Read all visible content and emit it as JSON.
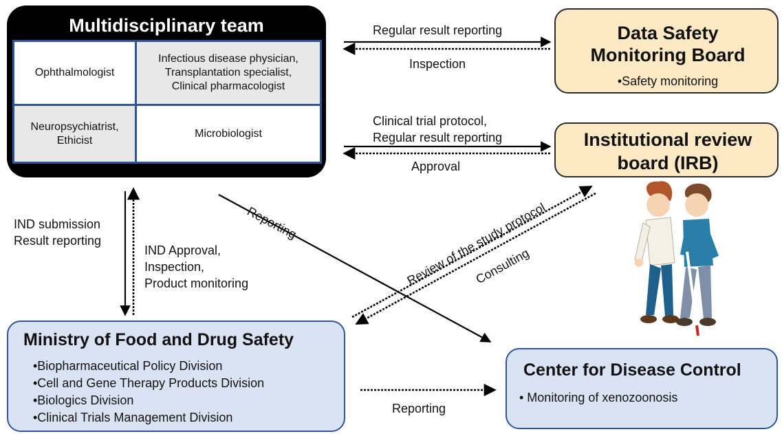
{
  "multidisciplinary_team": {
    "title": "Multidisciplinary team",
    "cells": [
      "Ophthalmologist",
      "Infectious disease physician,\nTransplantation specialist,\nClinical pharmacologist",
      "Neuropsychiatrist,\nEthicist",
      "Microbiologist"
    ]
  },
  "dsmb": {
    "title": "Data Safety\nMonitoring Board",
    "bullet": "•Safety monitoring"
  },
  "irb": {
    "title": "Institutional review\nboard (IRB)"
  },
  "mfds": {
    "title": "Ministry of Food and Drug Safety",
    "items": [
      "•Biopharmaceutical Policy Division",
      "•Cell and Gene Therapy Products Division",
      "•Biologics Division",
      "•Clinical Trials Management Division"
    ]
  },
  "cdc": {
    "title": "Center for Disease Control",
    "bullet": "• Monitoring of xenozoonosis"
  },
  "arrow_labels": {
    "regular_result_reporting": "Regular result reporting",
    "inspection": "Inspection",
    "clinical_trial_protocol": "Clinical trial protocol,\nRegular result reporting",
    "approval": "Approval",
    "ind_submission": "IND submission\nResult reporting",
    "ind_approval": "IND Approval,\nInspection,\nProduct monitoring",
    "reporting_diagonal": "Reporting",
    "review_study_protocol": "Review of the study protocol",
    "consulting": "Consulting",
    "reporting_bottom": "Reporting"
  },
  "colors": {
    "team_box": "#000000",
    "grid_border": "#2f5597",
    "cell_grey": "#e8e8e8",
    "committee_fill": "#fde9c4",
    "agency_fill": "#dae3f3",
    "agency_border": "#2f5597"
  }
}
